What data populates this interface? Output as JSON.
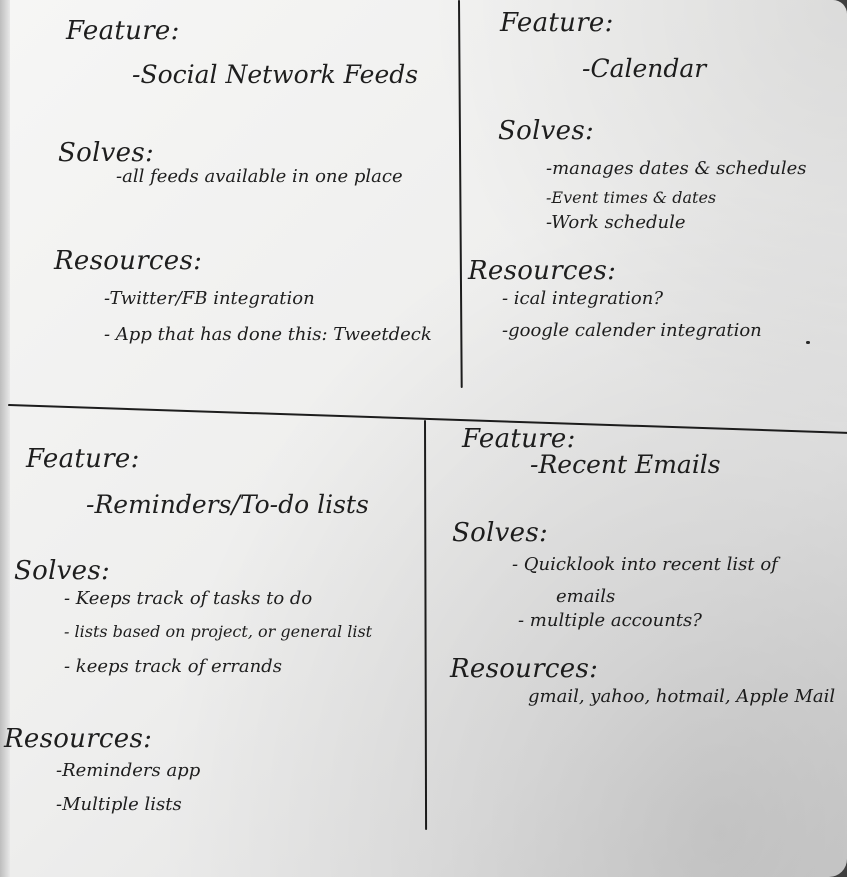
{
  "quadrants": [
    {
      "feature_heading": "Feature:",
      "feature_title": "-Social Network Feeds",
      "solves_heading": "Solves:",
      "solves_items": [
        "-all feeds available in one place"
      ],
      "resources_heading": "Resources:",
      "resources_items": [
        "-Twitter/FB integration",
        "- App that has done this: Tweetdeck"
      ]
    },
    {
      "feature_heading": "Feature:",
      "feature_title": "-Calendar",
      "solves_heading": "Solves:",
      "solves_items": [
        "-manages dates & schedules",
        "-Event times & dates",
        "-Work schedule"
      ],
      "resources_heading": "Resources:",
      "resources_items": [
        "- ical integration?",
        "-google calender integration"
      ]
    },
    {
      "feature_heading": "Feature:",
      "feature_title": "-Reminders/To-do lists",
      "solves_heading": "Solves:",
      "solves_items": [
        "- Keeps track of tasks to do",
        "- lists based on project, or general list",
        "- keeps track of errands"
      ],
      "resources_heading": "Resources:",
      "resources_items": [
        "-Reminders app",
        "-Multiple lists"
      ]
    },
    {
      "feature_heading": "Feature:",
      "feature_title": "-Recent Emails",
      "solves_heading": "Solves:",
      "solves_items": [
        "- Quicklook into recent list of",
        "emails",
        "- multiple accounts?"
      ],
      "resources_heading": "Resources:",
      "resources_items": [
        "gmail, yahoo, hotmail, Apple Mail"
      ]
    }
  ]
}
